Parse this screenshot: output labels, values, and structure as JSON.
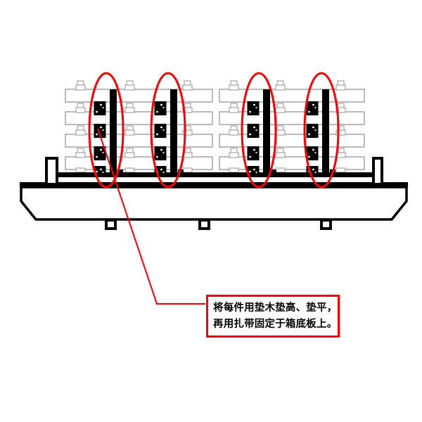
{
  "diagram": {
    "title": "packing-fixing-instruction-drawing",
    "callout": {
      "line1": "将每件用垫木垫高、垫平，",
      "line2": "再用扎带固定于箱底板上。"
    },
    "figure": {
      "stacks": 2,
      "layers_per_stack": 4,
      "tie_straps": 4,
      "spacer_block_columns": 4,
      "spacer_blocks_per_column": 4,
      "highlight_ellipses": 4,
      "pallet_feet": 3,
      "corner_posts": 2
    },
    "icons": {
      "highlight_ellipse": "red ellipse circling strap and spacer blocks",
      "leader_line": "red polyline from circled strap to callout box",
      "tie_strap": "vertical black cable tie",
      "spacer_block": "black wooden spacer block",
      "pallet": "box bottom board / pallet with feet"
    },
    "colors": {
      "annotation_red": "#fe0000",
      "drawing_black": "#000000",
      "product_gray": "#a9a9a9",
      "background": "#ffffff"
    }
  }
}
